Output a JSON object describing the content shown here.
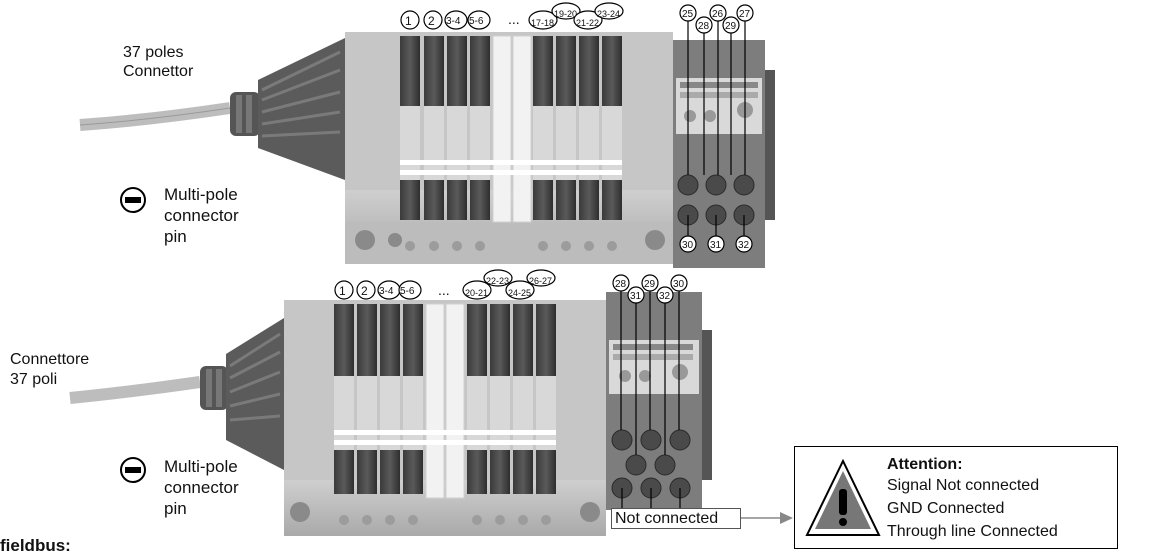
{
  "top": {
    "connector_label_line1": "37 poles",
    "connector_label_line2": "Connettor",
    "pin_label_line1": "Multi-pole",
    "pin_label_line2": "connector",
    "pin_label_line3": "pin",
    "ellipsis": "...",
    "callouts": [
      "1",
      "2",
      "3-4",
      "5-6",
      "17-18",
      "19-20",
      "21-22",
      "23-24"
    ],
    "module_callouts_top": [
      "25",
      "28",
      "26",
      "29",
      "27"
    ],
    "module_callouts_bottom": [
      "30",
      "31",
      "32"
    ]
  },
  "bottom": {
    "connector_label_line1": "Connettore",
    "connector_label_line2": "37 poli",
    "pin_label_line1": "Multi-pole",
    "pin_label_line2": "connector",
    "pin_label_line3": "pin",
    "ellipsis": "...",
    "callouts": [
      "1",
      "2",
      "3-4",
      "5-6",
      "20-21",
      "22-23",
      "24-25",
      "26-27"
    ],
    "module_callouts": [
      "28",
      "31",
      "29",
      "32",
      "30"
    ]
  },
  "attention": {
    "title": "Attention:",
    "line1": "Signal Not connected",
    "line2": "GND Connected",
    "line3": "Through line Connected"
  },
  "not_connected_label": "Not connected",
  "footer_text": "fieldbus:"
}
